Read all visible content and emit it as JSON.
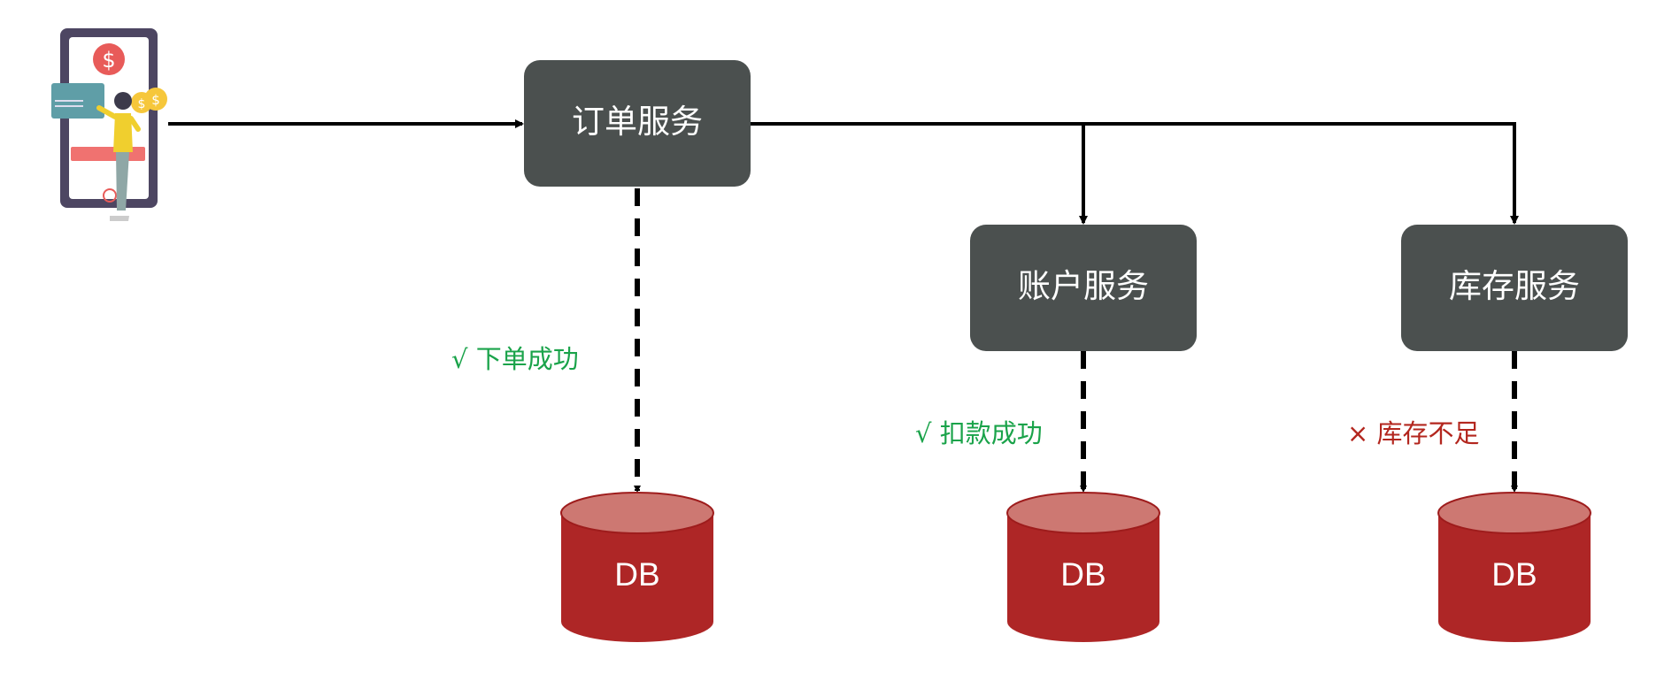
{
  "services": {
    "order": "订单服务",
    "account": "账户服务",
    "inventory": "库存服务"
  },
  "databases": {
    "order": "DB",
    "account": "DB",
    "inventory": "DB"
  },
  "statuses": {
    "order": {
      "text": "√  下单成功",
      "color": "#1aa34a"
    },
    "account": {
      "text": "√  扣款成功",
      "color": "#1aa34a"
    },
    "inventory": {
      "text": "× 库存不足",
      "color": "#b3261e"
    }
  },
  "colors": {
    "service_box": "#4b504f",
    "db_body": "#ae2626",
    "db_top": "#cd7872",
    "line": "#000000"
  },
  "icons": {
    "user": "mobile-payment-user-icon"
  }
}
